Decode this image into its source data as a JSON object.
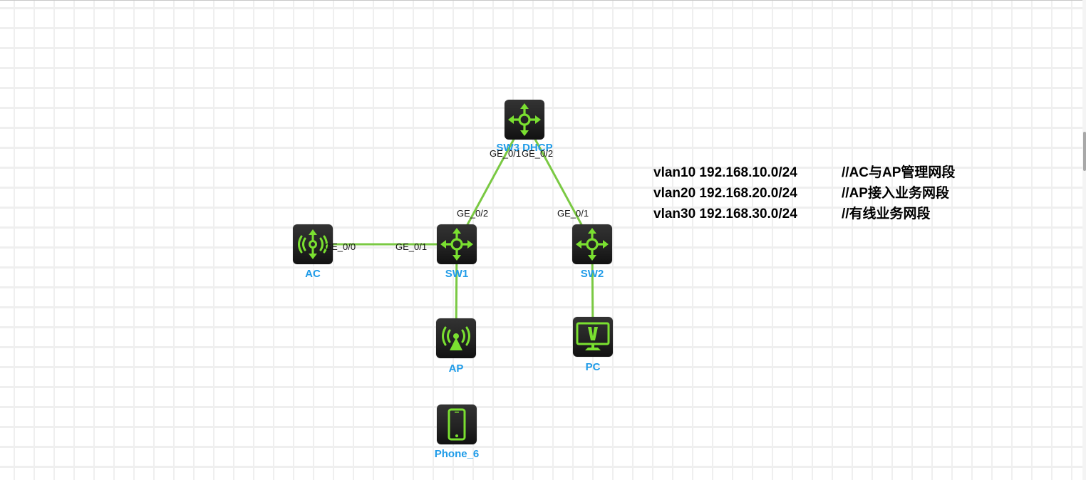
{
  "colors": {
    "link": "#7ac943",
    "icon_glyph": "#7ae030",
    "node_label": "#1e9be8"
  },
  "nodes": [
    {
      "id": "sw3",
      "label": "SW3 DHCP",
      "icon": "l3-switch-icon"
    },
    {
      "id": "ac",
      "label": "AC",
      "icon": "access-controller-icon"
    },
    {
      "id": "sw1",
      "label": "SW1",
      "icon": "switch-icon"
    },
    {
      "id": "sw2",
      "label": "SW2",
      "icon": "switch-icon"
    },
    {
      "id": "ap",
      "label": "AP",
      "icon": "access-point-icon"
    },
    {
      "id": "pc",
      "label": "PC",
      "icon": "pc-monitor-icon"
    },
    {
      "id": "phone",
      "label": "Phone_6",
      "icon": "mobile-phone-icon"
    }
  ],
  "links": [
    {
      "from": "sw3",
      "to": "sw1",
      "from_port": "GE_0/1",
      "to_port": "GE_0/2"
    },
    {
      "from": "sw3",
      "to": "sw2",
      "from_port": "GE_0/2",
      "to_port": "GE_0/1"
    },
    {
      "from": "ac",
      "to": "sw1",
      "from_port": "GE_0/0",
      "to_port": "GE_0/1"
    },
    {
      "from": "sw1",
      "to": "ap",
      "from_port": "",
      "to_port": ""
    },
    {
      "from": "sw2",
      "to": "pc",
      "from_port": "",
      "to_port": ""
    }
  ],
  "notes": [
    {
      "network": "vlan10 192.168.10.0/24",
      "comment": "//AC与AP管理网段"
    },
    {
      "network": "vlan20 192.168.20.0/24",
      "comment": "//AP接入业务网段"
    },
    {
      "network": "vlan30 192.168.30.0/24",
      "comment": "//有线业务网段"
    }
  ]
}
